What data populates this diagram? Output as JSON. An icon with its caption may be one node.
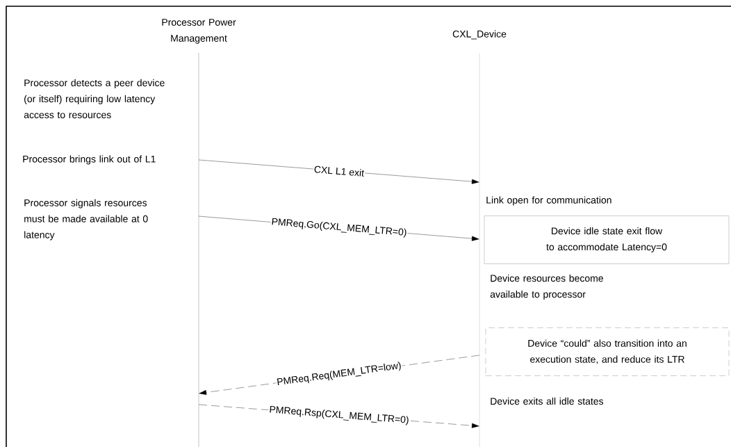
{
  "diagram": {
    "nodes": [
      {
        "text": [
          "Processor Power Management"
        ]
      },
      {
        "text": [
          "CXL_Device"
        ]
      },
      {
        "text": [
          "Device idle state exit flow to accommodate Latency=0"
        ]
      },
      {
        "text": [
          "Device “could” also transition into an execution state, and reduce its LTR"
        ]
      }
    ],
    "edges": [
      {
        "from": 0,
        "to": 1,
        "arrow": "to",
        "label": "CXL L1 exit"
      },
      {
        "from": 0,
        "to": 1,
        "arrow": "to",
        "label": "PMReq.Go(CXL_MEM_LTR=0)"
      },
      {
        "from": 1,
        "to": 0,
        "arrow": "to",
        "label": "PMReq.Req(MEM_LTR=low)",
        "style": "dashed"
      },
      {
        "from": 0,
        "to": 1,
        "arrow": "to",
        "label": "PMReq.Rsp(CXL_MEM_LTR=0)",
        "style": "dashed"
      }
    ],
    "labels": [
      "Processor detects a peer device (or itself) requiring low latency access to resources",
      "Processor brings link out of L1",
      "Link open for communication",
      "Processor signals resources must be made available at 0 latency",
      "Device resources become available to processor",
      "Device exits all idle states"
    ]
  }
}
